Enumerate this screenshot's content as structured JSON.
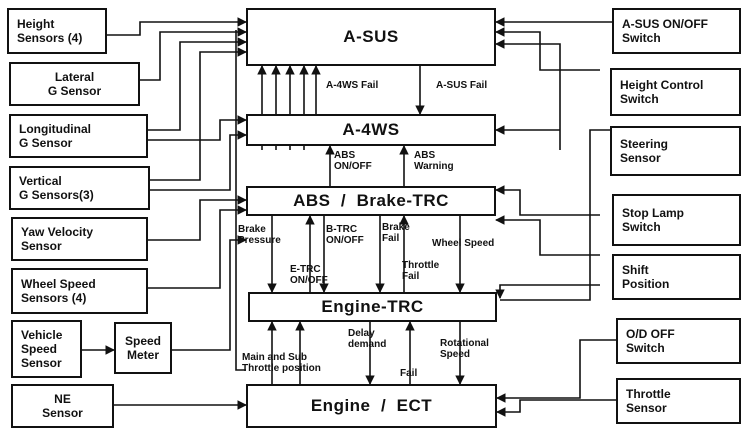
{
  "inputs_left": {
    "height_sensors": "Height\nSensors (4)",
    "lateral_g": "Lateral\nG Sensor",
    "longitudinal_g": "Longitudinal\nG Sensor",
    "vertical_g": "Vertical\nG Sensors(3)",
    "yaw_velocity": "Yaw Velocity\nSensor",
    "wheel_speed": "Wheel Speed\nSensors (4)",
    "vehicle_speed": "Vehicle\nSpeed\nSensor",
    "speed_meter": "Speed\nMeter",
    "ne_sensor": "NE\nSensor"
  },
  "inputs_right": {
    "asus_switch": "A-SUS ON/OFF\nSwitch",
    "height_control": "Height Control\nSwitch",
    "steering": "Steering\nSensor",
    "stop_lamp": "Stop Lamp\nSwitch",
    "shift_position": "Shift\nPosition",
    "od_off": "O/D OFF\nSwitch",
    "throttle_sensor": "Throttle\nSensor"
  },
  "controllers": {
    "asus": "A-SUS",
    "a4ws": "A-4WS",
    "abs": "ABS  /  Brake-TRC",
    "engine_trc": "Engine-TRC",
    "engine_ect": "Engine  /  ECT"
  },
  "signals": {
    "a4ws_fail": "A-4WS Fail",
    "asus_fail": "A-SUS Fail",
    "abs_onoff": "ABS\nON/OFF",
    "abs_warning": "ABS\nWarning",
    "brake_pressure": "Brake\nPressure",
    "btrc_onoff": "B-TRC\nON/OFF",
    "brake_fail": "Brake\nFail",
    "wheel_speed": "Wheel Speed",
    "etrc_onoff": "E-TRC\nON/OFF",
    "throttle_fail": "Throttle\nFail",
    "delay_demand": "Delay\ndemand",
    "rotational_speed": "Rotational\nSpeed",
    "main_sub_throttle": "Main and Sub\nThrottle position",
    "fail": "Fail"
  }
}
